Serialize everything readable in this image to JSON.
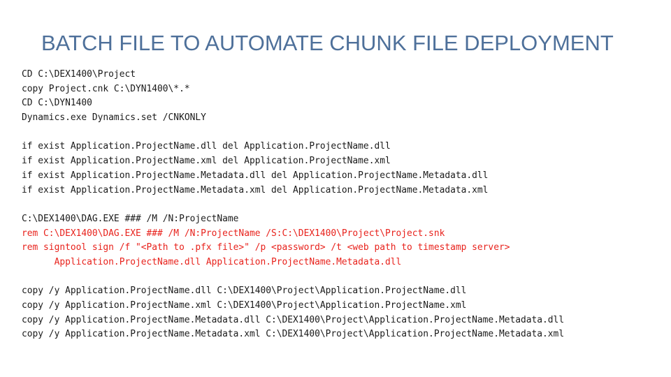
{
  "slide": {
    "title": "BATCH FILE TO AUTOMATE CHUNK FILE DEPLOYMENT",
    "text_color": "#1a1a1a",
    "title_color": "#4e709a",
    "comment_color": "#e8221c"
  },
  "code_lines": [
    {
      "text": "CD C:\\DEX1400\\Project",
      "style": "normal"
    },
    {
      "text": "copy Project.cnk C:\\DYN1400\\*.*",
      "style": "normal"
    },
    {
      "text": "CD C:\\DYN1400",
      "style": "normal"
    },
    {
      "text": "Dynamics.exe Dynamics.set /CNKONLY",
      "style": "normal"
    },
    {
      "text": "",
      "style": "normal"
    },
    {
      "text": "if exist Application.ProjectName.dll del Application.ProjectName.dll",
      "style": "normal"
    },
    {
      "text": "if exist Application.ProjectName.xml del Application.ProjectName.xml",
      "style": "normal"
    },
    {
      "text": "if exist Application.ProjectName.Metadata.dll del Application.ProjectName.Metadata.dll",
      "style": "normal"
    },
    {
      "text": "if exist Application.ProjectName.Metadata.xml del Application.ProjectName.Metadata.xml",
      "style": "normal"
    },
    {
      "text": "",
      "style": "normal"
    },
    {
      "text": "C:\\DEX1400\\DAG.EXE ### /M /N:ProjectName",
      "style": "normal"
    },
    {
      "text": "rem C:\\DEX1400\\DAG.EXE ### /M /N:ProjectName /S:C:\\DEX1400\\Project\\Project.snk",
      "style": "red"
    },
    {
      "text": "rem signtool sign /f \"<Path to .pfx file>\" /p <password> /t <web path to timestamp server>",
      "style": "red"
    },
    {
      "text": "      Application.ProjectName.dll Application.ProjectName.Metadata.dll",
      "style": "red"
    },
    {
      "text": "",
      "style": "normal"
    },
    {
      "text": "copy /y Application.ProjectName.dll C:\\DEX1400\\Project\\Application.ProjectName.dll",
      "style": "normal"
    },
    {
      "text": "copy /y Application.ProjectName.xml C:\\DEX1400\\Project\\Application.ProjectName.xml",
      "style": "normal"
    },
    {
      "text": "copy /y Application.ProjectName.Metadata.dll C:\\DEX1400\\Project\\Application.ProjectName.Metadata.dll",
      "style": "normal"
    },
    {
      "text": "copy /y Application.ProjectName.Metadata.xml C:\\DEX1400\\Project\\Application.ProjectName.Metadata.xml",
      "style": "normal"
    }
  ]
}
